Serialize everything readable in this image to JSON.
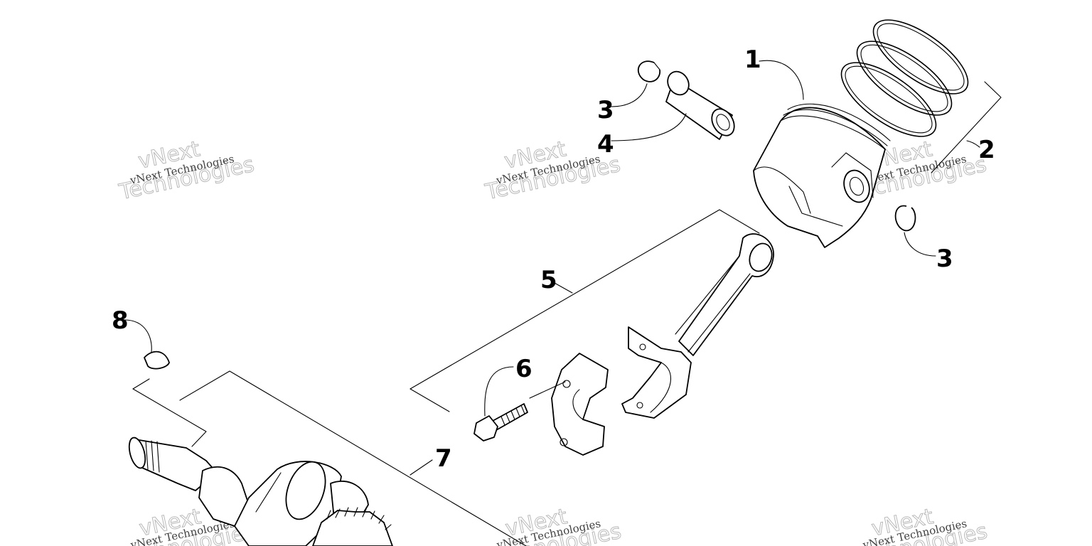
{
  "watermark": {
    "line_small": "vNext Technologies",
    "line_big_top": "vNext",
    "line_big_bottom": "Technologies"
  },
  "callouts": [
    {
      "id": "c1",
      "label": "1",
      "part": "piston"
    },
    {
      "id": "c2",
      "label": "2",
      "part": "piston-ring-set"
    },
    {
      "id": "c3a",
      "label": "3",
      "part": "wrist-pin-circlip"
    },
    {
      "id": "c3b",
      "label": "3",
      "part": "wrist-pin-circlip"
    },
    {
      "id": "c4",
      "label": "4",
      "part": "wrist-pin"
    },
    {
      "id": "c5",
      "label": "5",
      "part": "connecting-rod-assembly"
    },
    {
      "id": "c6",
      "label": "6",
      "part": "rod-cap-bolt"
    },
    {
      "id": "c7",
      "label": "7",
      "part": "crankshaft-assembly"
    },
    {
      "id": "c8",
      "label": "8",
      "part": "woodruff-key"
    }
  ]
}
